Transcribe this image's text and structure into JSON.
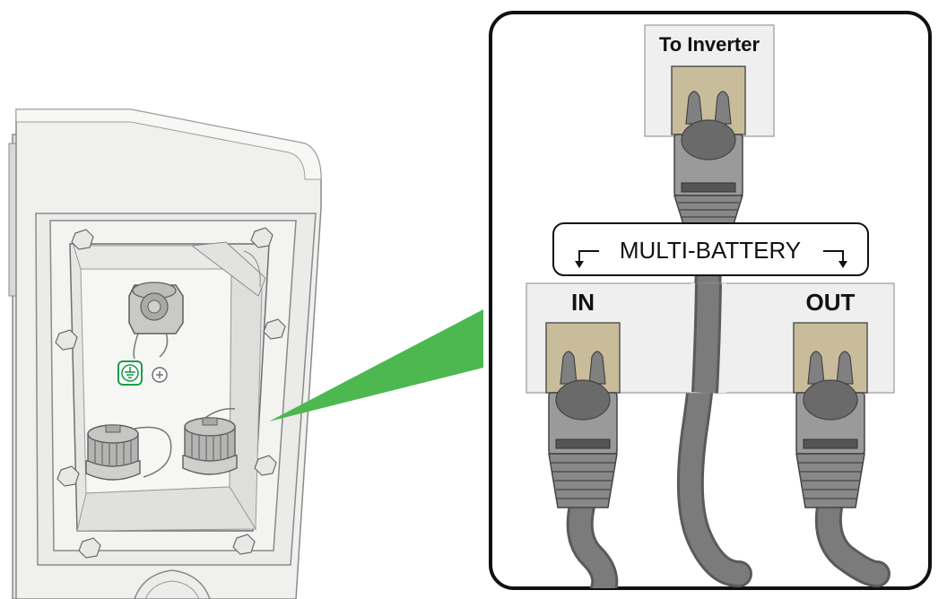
{
  "labels": {
    "to_inverter": "To Inverter",
    "multi_battery": "MULTI-BATTERY",
    "in": "IN",
    "out": "OUT"
  },
  "icons": {
    "ground": "ground-symbol-icon",
    "screw": "phillips-screw-icon"
  },
  "colors": {
    "callout": "#4cb84f",
    "ground_symbol": "#1f9b4a",
    "connector_tan": "#c9bc9b",
    "cable": "#6b6b6b",
    "device_body": "#eeeeec"
  }
}
